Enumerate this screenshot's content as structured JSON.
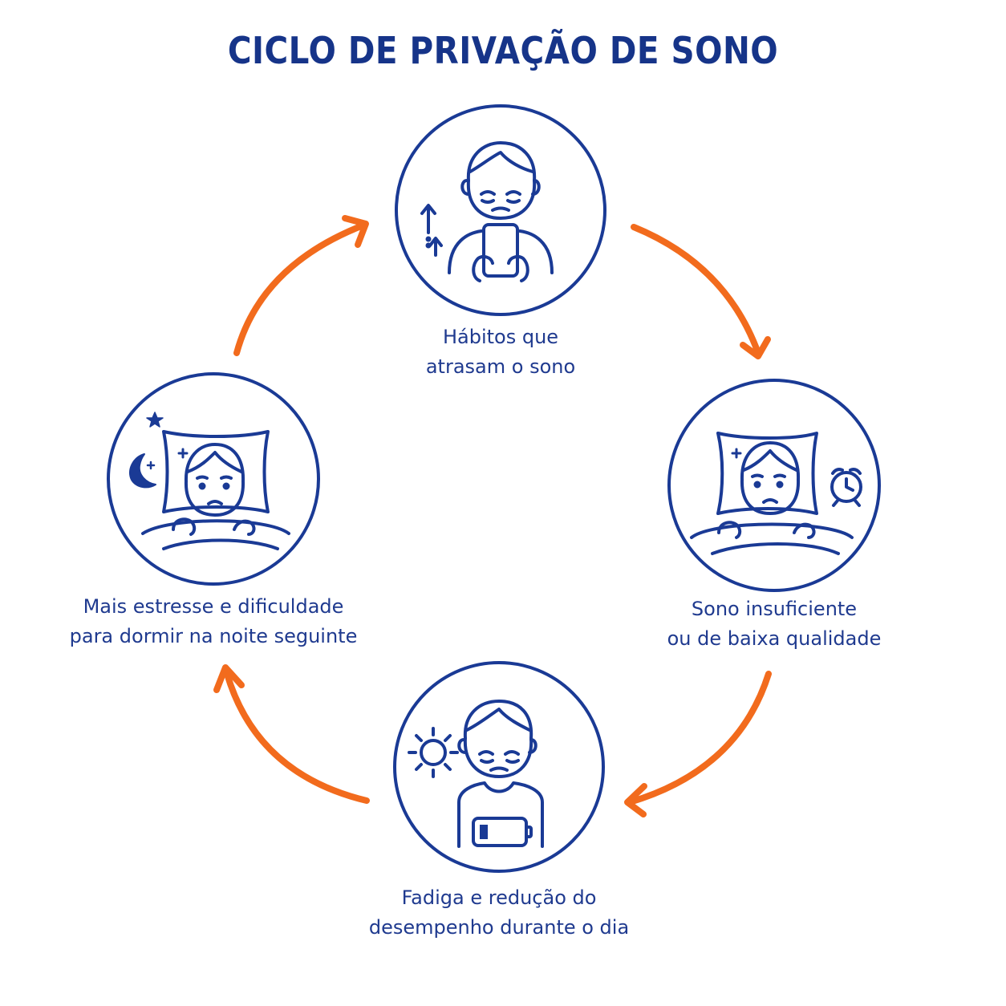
{
  "title": "CICLO DE PRIVAÇÃO DE SONO",
  "colors": {
    "primary": "#1a3a95",
    "arrow": "#f26b1d",
    "text": "#1f3a8f"
  },
  "stages": [
    {
      "id": "habits",
      "icon": "person-using-phone-icon",
      "line1": "Hábitos que",
      "line2": "atrasam o sono"
    },
    {
      "id": "poor-sleep",
      "icon": "person-in-bed-with-alarm-clock-icon",
      "line1": "Sono insuficiente",
      "line2": "ou de baixa qualidade"
    },
    {
      "id": "fatigue",
      "icon": "tired-person-low-battery-icon",
      "line1": "Fadiga e redução do",
      "line2": "desempenho durante o dia"
    },
    {
      "id": "stress",
      "icon": "person-awake-at-night-icon",
      "line1": "Mais estresse e dificuldade",
      "line2": "para dormir na noite seguinte"
    }
  ]
}
